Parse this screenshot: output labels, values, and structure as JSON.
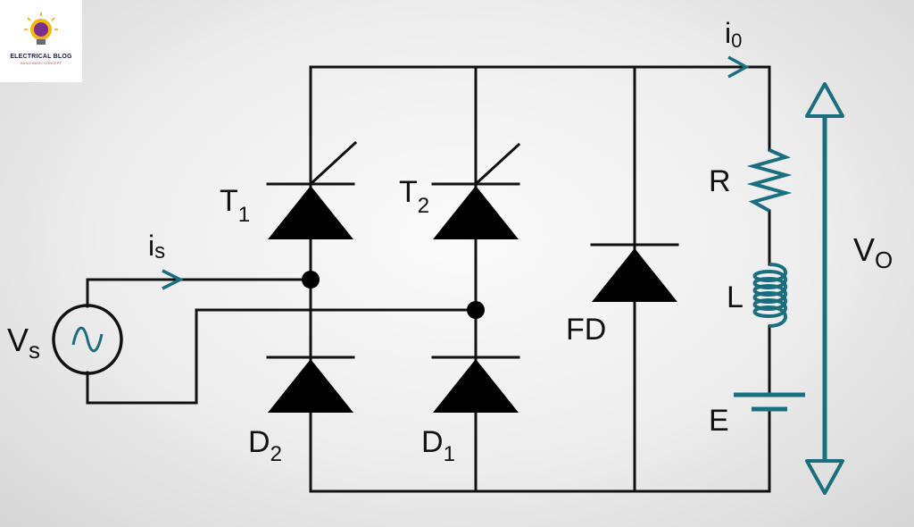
{
  "logo": {
    "brand": "ELECTRICAL BLOG",
    "tagline": "BUILD BASIC CONCEPT"
  },
  "labels": {
    "io_base": "i",
    "io_sub": "0",
    "is_base": "i",
    "is_sub": "s",
    "vs_base": "V",
    "vs_sub": "s",
    "t1_base": "T",
    "t1_sub": "1",
    "t2_base": "T",
    "t2_sub": "2",
    "d2_base": "D",
    "d2_sub": "2",
    "d1_base": "D",
    "d1_sub": "1",
    "fd": "FD",
    "r": "R",
    "l": "L",
    "e": "E",
    "vo_base": "V",
    "vo_sub": "O"
  },
  "colors": {
    "wire": "#111111",
    "arrow": "#1a6e7e",
    "background": "#eeeeee"
  }
}
